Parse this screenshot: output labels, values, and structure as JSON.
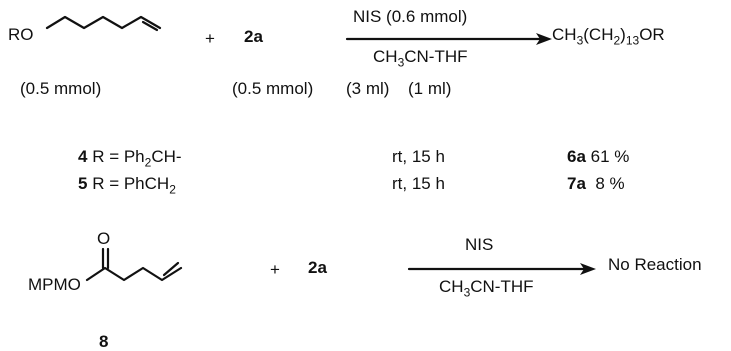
{
  "scheme": {
    "row1": {
      "substrate": {
        "group_label": "RO",
        "amount": "(0.5 mmol)"
      },
      "plus": "+",
      "reagent": {
        "label": "2a",
        "amount": "(0.5 mmol)"
      },
      "conditions_above": "NIS (0.6 mmol)",
      "solvent": {
        "a": "CH",
        "a_sub": "3",
        "b": "CN-THF"
      },
      "volumes": {
        "v1": "(3 ml)",
        "v2": "(1 ml)"
      },
      "product": {
        "a": "CH",
        "a_sub": "3",
        "b": "(CH",
        "b_sub": "2",
        "c": ")",
        "c_sub": "13",
        "d": "OR"
      }
    },
    "results": [
      {
        "compound": "4",
        "r_text": " R = Ph",
        "r_sub": "2",
        "r_tail": "CH-",
        "conditions": "rt, 15 h",
        "product": "6a",
        "yield": "61 %"
      },
      {
        "compound": "5",
        "r_text": " R = PhCH",
        "r_sub": "2",
        "r_tail": "",
        "conditions": "rt, 15 h",
        "product": "7a",
        "yield": "8 %"
      }
    ],
    "row2": {
      "substrate": {
        "group_label": "MPMO",
        "carbonyl_o": "O",
        "number": "8"
      },
      "plus": "+",
      "reagent": {
        "label": "2a"
      },
      "conditions_above": "NIS",
      "solvent": {
        "a": "CH",
        "a_sub": "3",
        "b": "CN-THF"
      },
      "outcome": "No Reaction"
    }
  }
}
